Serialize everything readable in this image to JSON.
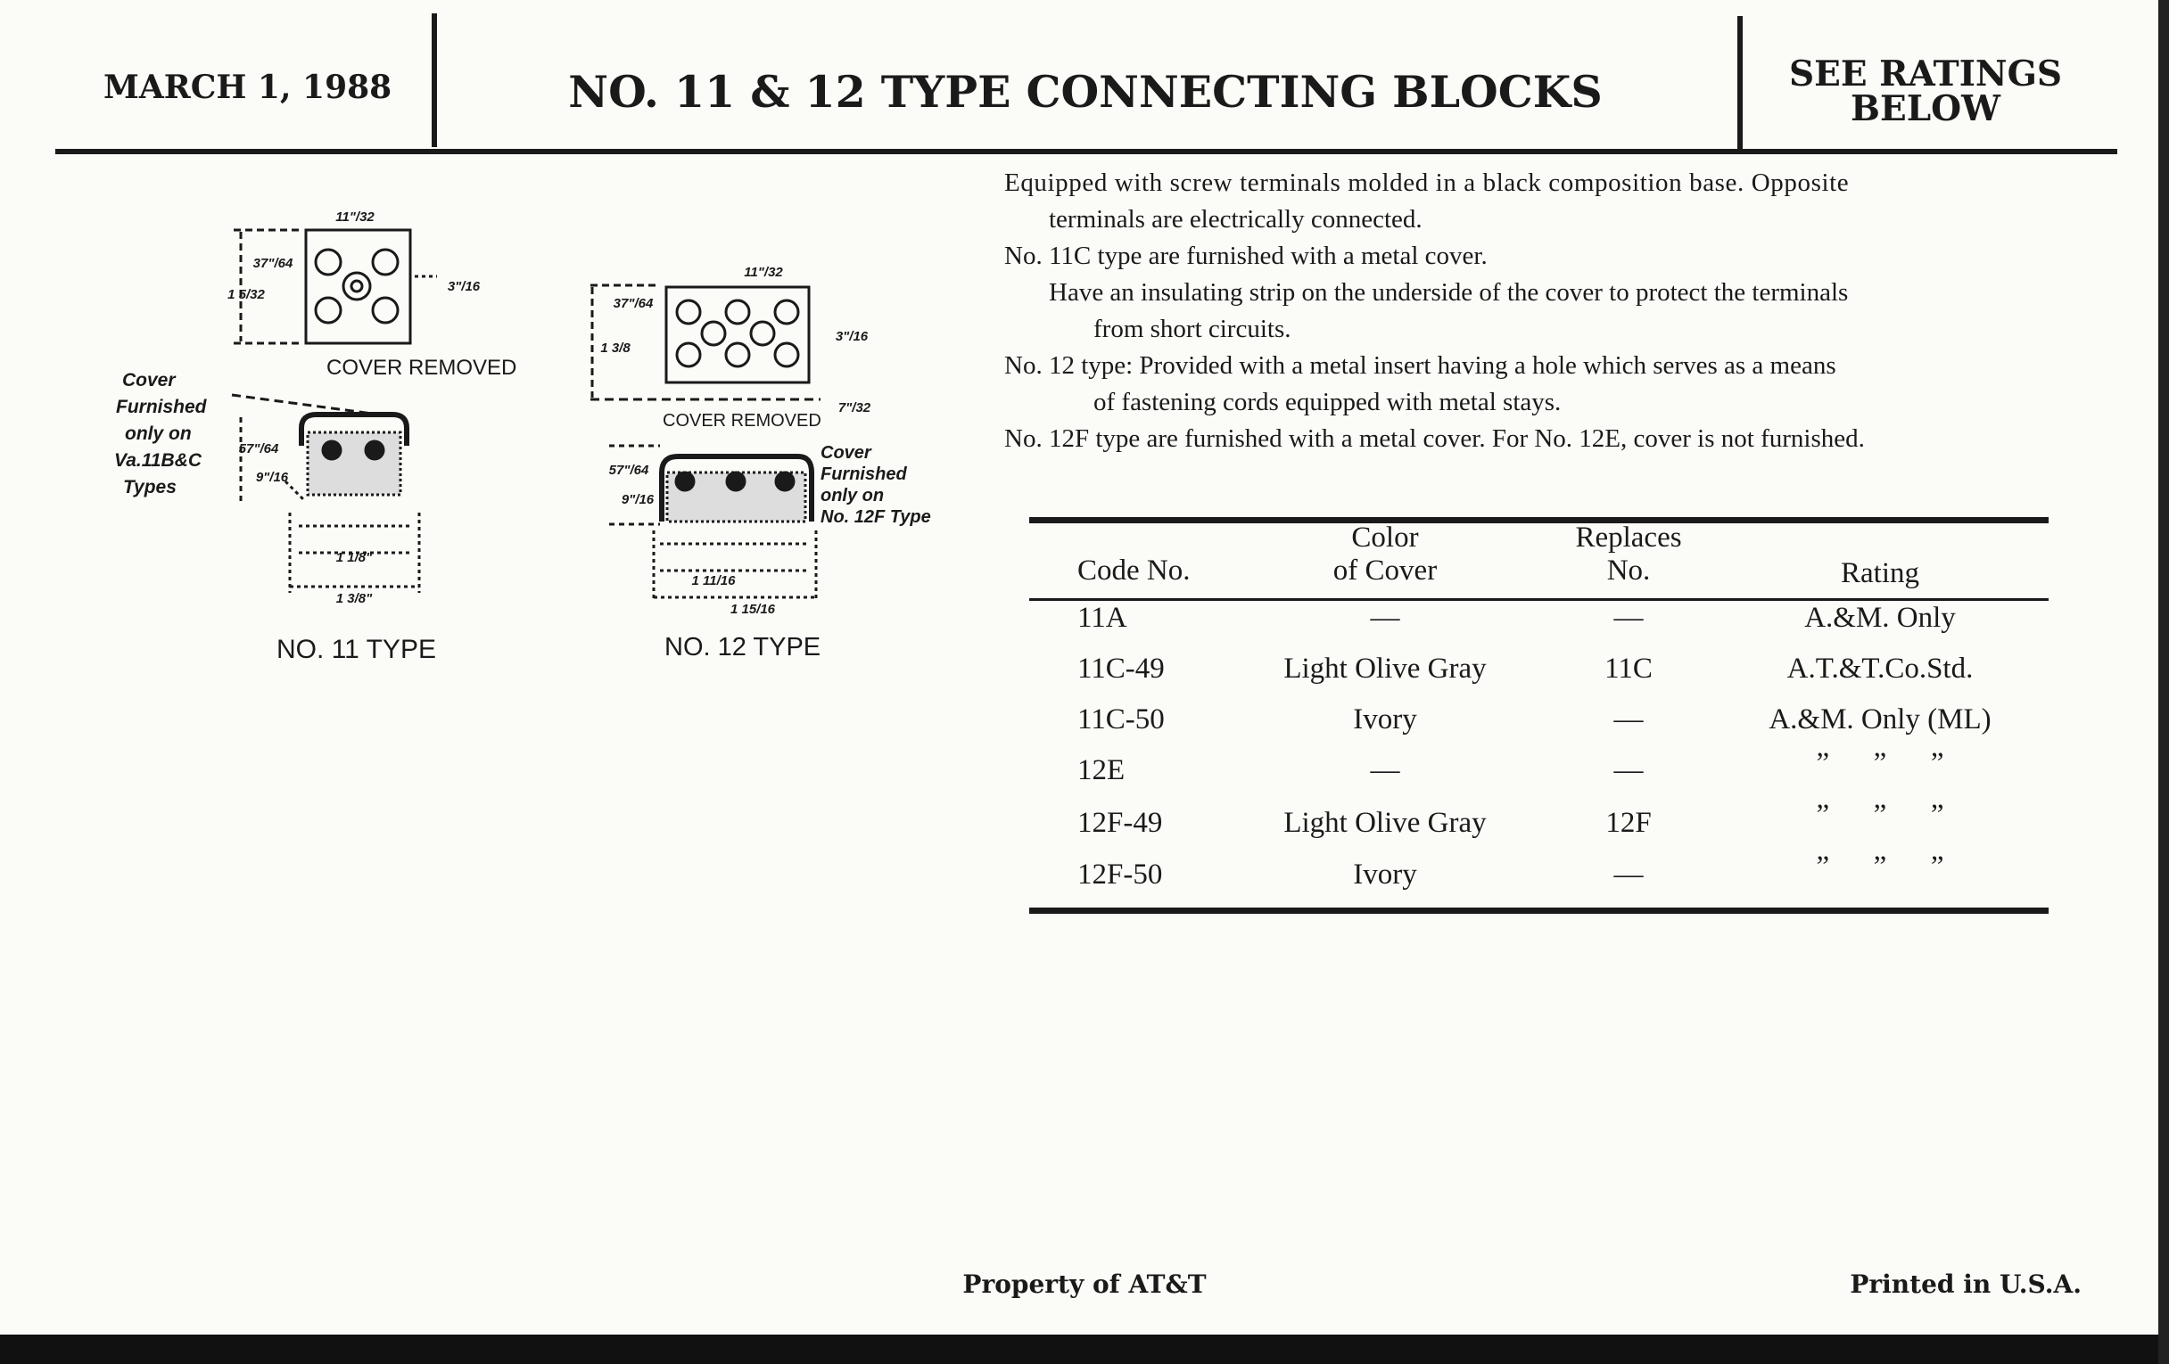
{
  "header": {
    "date": "MARCH 1, 1988",
    "title": "NO. 11 & 12 TYPE CONNECTING BLOCKS",
    "ratings_line1": "SEE RATINGS",
    "ratings_line2": "BELOW"
  },
  "description": [
    "Equipped with screw terminals molded in a black composition base. Opposite",
    "terminals are electrically connected.",
    "No. 11C type are furnished with a metal cover.",
    "Have an insulating strip on the underside of the cover to protect the terminals",
    "from short circuits.",
    "No. 12 type: Provided with a metal insert having a hole which serves as a means",
    "of fastening cords equipped with metal stays.",
    "No. 12F type are furnished with a metal cover. For No. 12E, cover is not furnished."
  ],
  "drawings": {
    "no11": {
      "cover_removed": "COVER REMOVED",
      "caption": "NO. 11 TYPE",
      "note": [
        "Cover",
        "Furnished",
        "only on",
        "Va.11B&C",
        "Types"
      ],
      "dims": [
        "11\"/32",
        "37\"/64",
        "1 5/32",
        "3\"/16",
        "57\"/64",
        "9\"/16",
        "1 1/8\"",
        "1 3/8\""
      ]
    },
    "no12": {
      "cover_removed": "COVER REMOVED",
      "caption": "NO. 12 TYPE",
      "note": [
        "Cover",
        "Furnished",
        "only on",
        "No. 12F Type"
      ],
      "dims": [
        "11\"/32",
        "37\"/64",
        "1 3/8",
        "3\"/16",
        "7\"/32",
        "57\"/64",
        "9\"/16",
        "1 11/16",
        "1 15/16"
      ]
    }
  },
  "table": {
    "headers": {
      "code": "Code No.",
      "color1": "Color",
      "color2": "of Cover",
      "replaces1": "Replaces",
      "replaces2": "No.",
      "rating": "Rating"
    },
    "rows": [
      {
        "code": "11A",
        "color": "—",
        "replaces": "—",
        "rating": "A.&M. Only"
      },
      {
        "code": "11C-49",
        "color": "Light Olive Gray",
        "replaces": "11C",
        "rating": "A.T.&T.Co.Std."
      },
      {
        "code": "11C-50",
        "color": "Ivory",
        "replaces": "—",
        "rating": "A.&M. Only (ML)"
      },
      {
        "code": "12E",
        "color": "—",
        "replaces": "—",
        "rating": "”      ”      ”"
      },
      {
        "code": "12F-49",
        "color": "Light Olive Gray",
        "replaces": "12F",
        "rating": "”      ”      ”"
      },
      {
        "code": "12F-50",
        "color": "Ivory",
        "replaces": "—",
        "rating": "”      ”      ”"
      }
    ]
  },
  "footer": {
    "property": "Property of AT&T",
    "printed": "Printed in U.S.A."
  }
}
